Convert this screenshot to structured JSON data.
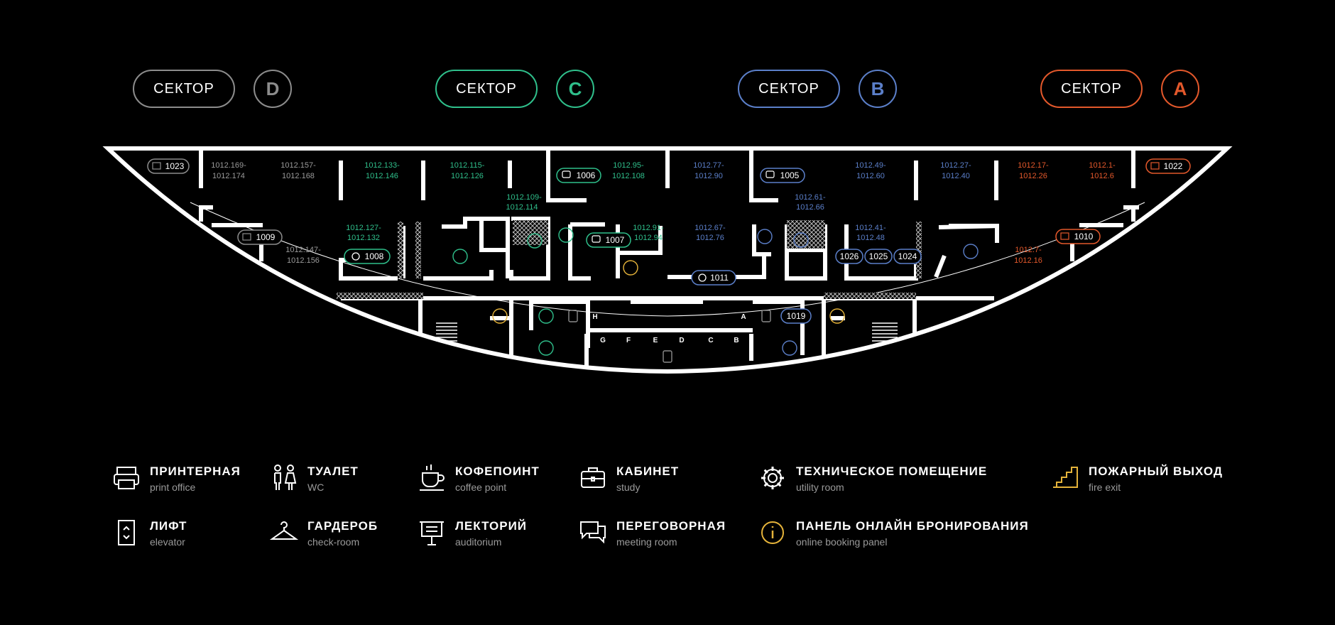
{
  "colors": {
    "background": "#000000",
    "walls": "#ffffff",
    "sector_d": "#8c8c8c",
    "sector_c": "#2fbf8b",
    "sector_b": "#5b7fc9",
    "sector_a": "#e3582b",
    "fire_exit": "#e5b33a",
    "booking_panel": "#e5b33a",
    "room_label_gray": "#9a9a9a"
  },
  "sectors": [
    {
      "label": "СЕКТОР",
      "letter": "D",
      "color": "#8c8c8c"
    },
    {
      "label": "СЕКТОР",
      "letter": "C",
      "color": "#2fbf8b"
    },
    {
      "label": "СЕКТОР",
      "letter": "B",
      "color": "#5b7fc9"
    },
    {
      "label": "СЕКТОР",
      "letter": "A",
      "color": "#e3582b"
    }
  ],
  "rooms": {
    "r1023": "1023",
    "r1009": "1009",
    "r1008": "1008",
    "r1006": "1006",
    "r1007": "1007",
    "r1005": "1005",
    "r1011": "1011",
    "r1026": "1026",
    "r1025": "1025",
    "r1024": "1024",
    "r1010": "1010",
    "r1022": "1022",
    "r1019": "1019"
  },
  "workplaces": {
    "w169": [
      "1012.169-",
      "1012.174"
    ],
    "w157": [
      "1012.157-",
      "1012.168"
    ],
    "w147": [
      "1012.147-",
      "1012.156"
    ],
    "w133": [
      "1012.133-",
      "1012.146"
    ],
    "w115": [
      "1012.115-",
      "1012.126"
    ],
    "w127": [
      "1012.127-",
      "1012.132"
    ],
    "w109": [
      "1012.109-",
      "1012.114"
    ],
    "w95": [
      "1012.95-",
      "1012.108"
    ],
    "w91": [
      "1012.91-",
      "1012.94"
    ],
    "w77": [
      "1012.77-",
      "1012.90"
    ],
    "w67": [
      "1012.67-",
      "1012.76"
    ],
    "w61": [
      "1012.61-",
      "1012.66"
    ],
    "w49": [
      "1012.49-",
      "1012.60"
    ],
    "w41": [
      "1012.41-",
      "1012.48"
    ],
    "w27": [
      "1012.27-",
      "1012.40"
    ],
    "w17": [
      "1012.17-",
      "1012.26"
    ],
    "w1": [
      "1012.1-",
      "1012.6"
    ],
    "w7": [
      "1012.7-",
      "1012.16"
    ]
  },
  "elevator_letters": [
    "G",
    "F",
    "E",
    "D",
    "C",
    "B"
  ],
  "lobby_letters": {
    "left": "H",
    "right": "A"
  },
  "legend": [
    {
      "icon": "printer-icon",
      "title": "ПРИНТЕРНАЯ",
      "sub": "print office"
    },
    {
      "icon": "wc-icon",
      "title": "ТУАЛЕТ",
      "sub": "WC"
    },
    {
      "icon": "coffee-icon",
      "title": "КОФЕПОИНТ",
      "sub": "coffee point"
    },
    {
      "icon": "briefcase-icon",
      "title": "КАБИНЕТ",
      "sub": "study"
    },
    {
      "icon": "gear-icon",
      "title": "ТЕХНИЧЕСКОЕ ПОМЕЩЕНИЕ",
      "sub": "utility room"
    },
    {
      "icon": "stairs-icon",
      "title": "ПОЖАРНЫЙ ВЫХОД",
      "sub": "fire exit"
    },
    {
      "icon": "elevator-icon",
      "title": "ЛИФТ",
      "sub": "elevator"
    },
    {
      "icon": "hanger-icon",
      "title": "ГАРДЕРОБ",
      "sub": "check-room"
    },
    {
      "icon": "auditorium-icon",
      "title": "ЛЕКТОРИЙ",
      "sub": "auditorium"
    },
    {
      "icon": "chat-icon",
      "title": "ПЕРЕГОВОРНАЯ",
      "sub": "meeting room"
    },
    {
      "icon": "info-icon",
      "title": "ПАНЕЛЬ ОНЛАЙН БРОНИРОВАНИЯ",
      "sub": "online booking panel"
    }
  ]
}
